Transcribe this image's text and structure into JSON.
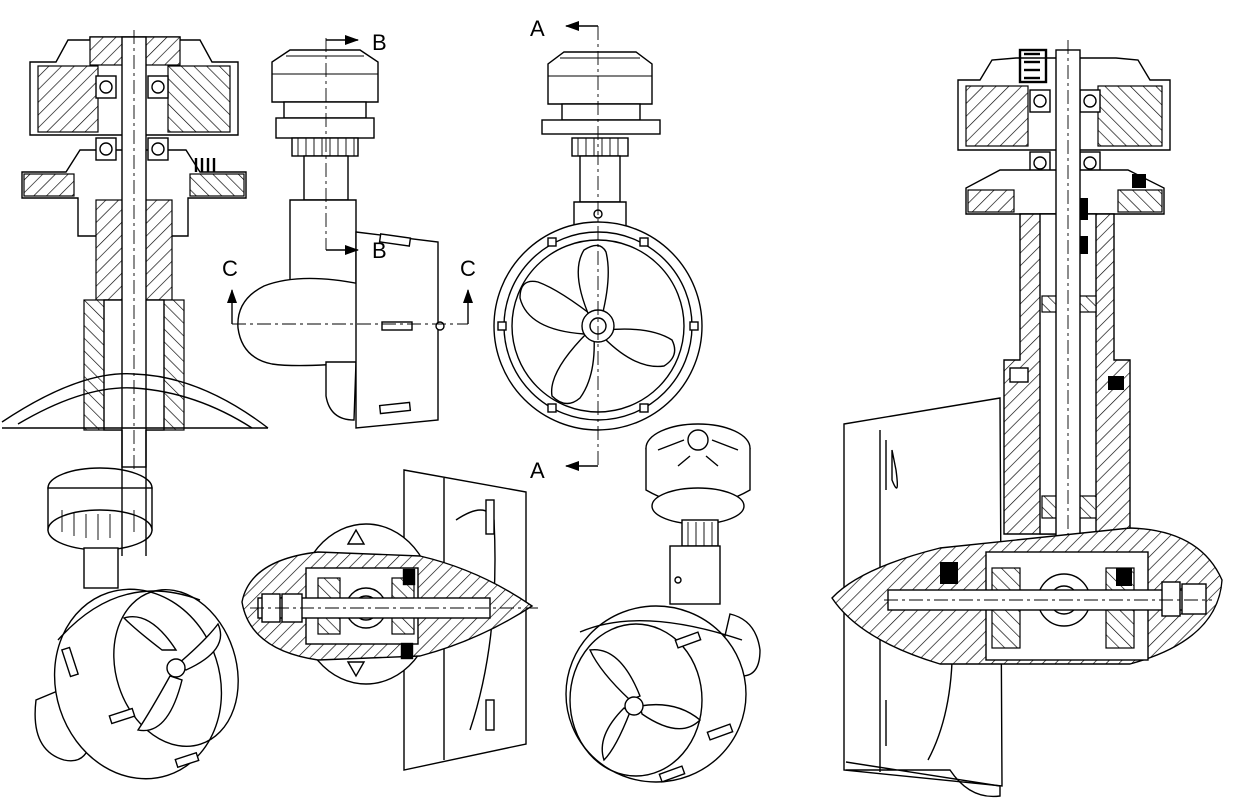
{
  "drawing": {
    "section_labels": {
      "a_top": "A",
      "a_bottom": "A",
      "b_top": "B",
      "b_bottom": "B",
      "c_left": "C",
      "c_right": "C"
    }
  }
}
